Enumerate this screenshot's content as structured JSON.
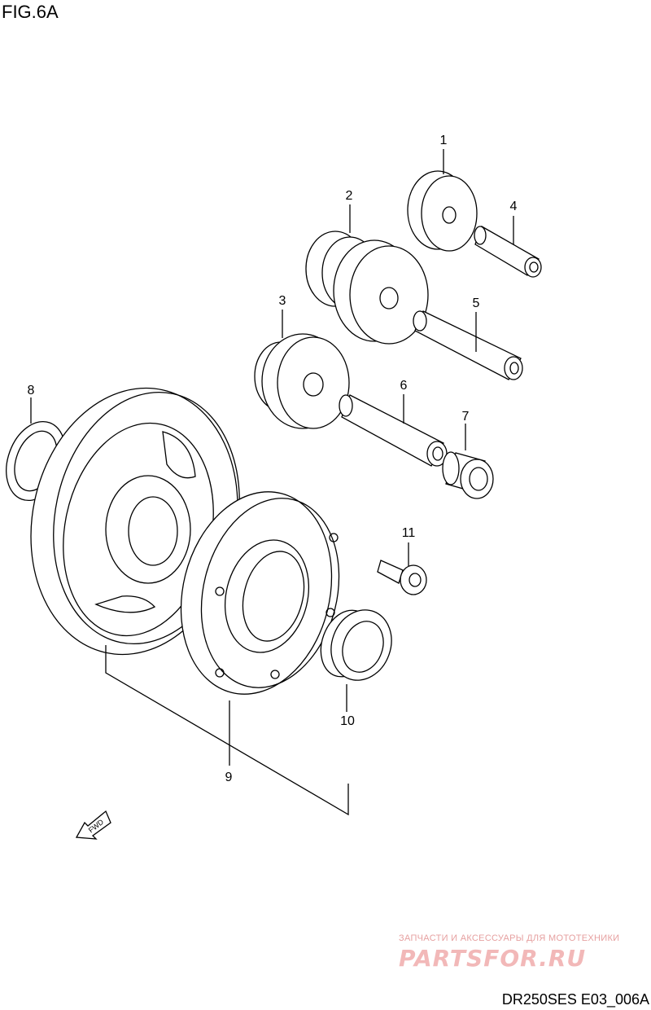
{
  "figure": {
    "title": "FIG.6A",
    "code": "DR250SES E03_006A"
  },
  "fwd_label": "FWD",
  "callouts": [
    "1",
    "2",
    "3",
    "4",
    "5",
    "6",
    "7",
    "8",
    "9",
    "10",
    "11"
  ],
  "watermark": {
    "subtitle": "ЗАПЧАСТИ И АКСЕССУАРЫ ДЛЯ МОТОТЕХНИКИ",
    "logo": "PARTSFOR.RU"
  }
}
